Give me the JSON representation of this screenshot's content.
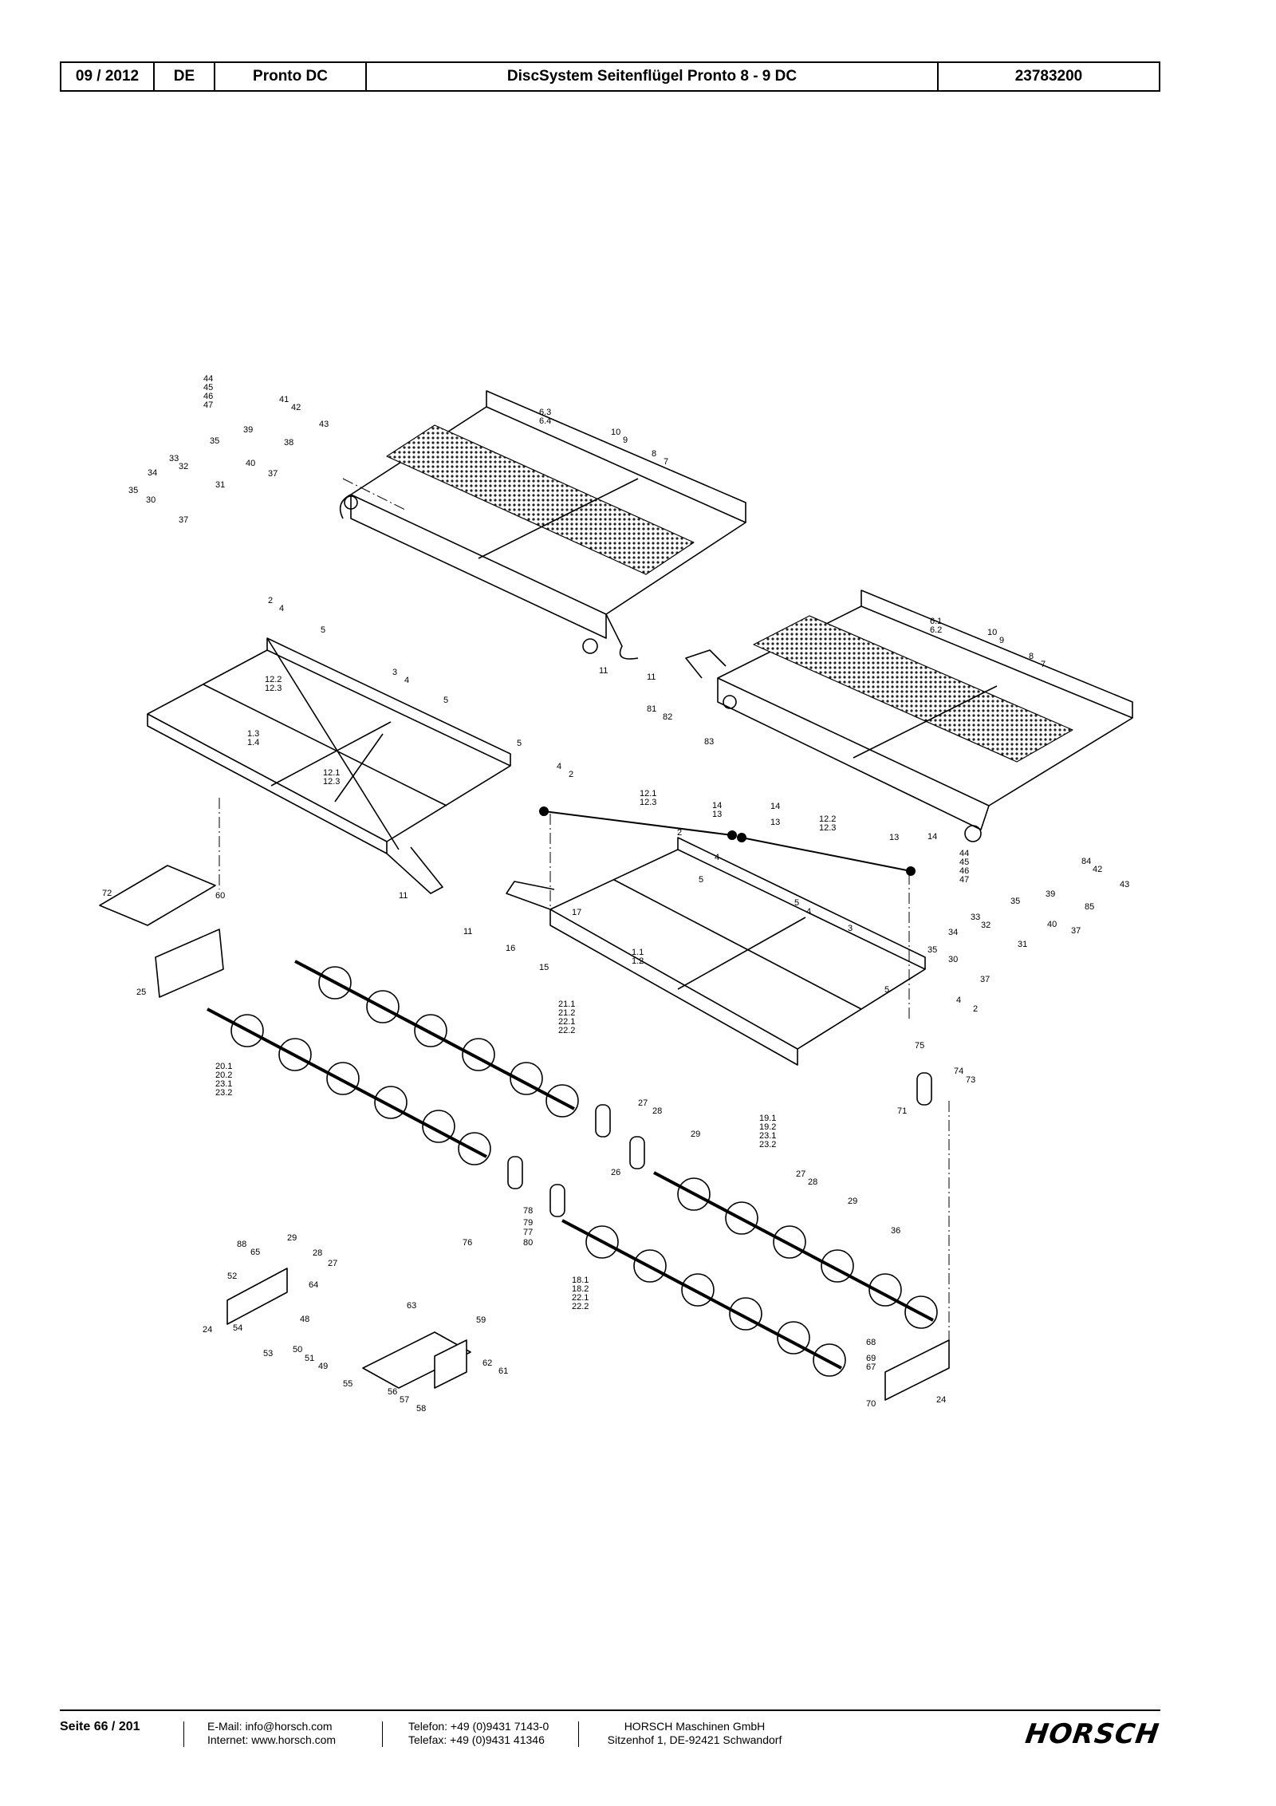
{
  "header": {
    "date": "09 / 2012",
    "language": "DE",
    "model": "Pronto DC",
    "title": "DiscSystem Seitenflügel Pronto 8 - 9 DC",
    "document_number": "23783200"
  },
  "callouts": {
    "c44_47a": [
      "44",
      "45",
      "46",
      "47"
    ],
    "c44_47b": [
      "44",
      "45",
      "46",
      "47"
    ],
    "c63_64": [
      "6.3",
      "6.4"
    ],
    "c61_62": [
      "6.1",
      "6.2"
    ],
    "c122_123a": [
      "12.2",
      "12.3"
    ],
    "c13_14": [
      "1.3",
      "1.4"
    ],
    "c121_123a": [
      "12.1",
      "12.3"
    ],
    "c121_123b": [
      "12.1",
      "12.3"
    ],
    "c122_123b": [
      "12.2",
      "12.3"
    ],
    "c11_12": [
      "1.1",
      "1.2"
    ],
    "c21": [
      "21.1",
      "21.2",
      "22.1",
      "22.2"
    ],
    "c20": [
      "20.1",
      "20.2",
      "23.1",
      "23.2"
    ],
    "c19": [
      "19.1",
      "19.2",
      "23.1",
      "23.2"
    ],
    "c18": [
      "18.1",
      "18.2",
      "22.1",
      "22.2"
    ],
    "labels": {
      "l2a": "2",
      "l4a": "4",
      "l5a": "5",
      "l3a": "3",
      "l4b": "4",
      "l5b": "5",
      "l5c": "5",
      "l4c": "4",
      "l2b": "2",
      "l11a": "11",
      "l60": "60",
      "l72": "72",
      "l25": "25",
      "l11b": "11",
      "l11c": "11",
      "l81": "81",
      "l82": "82",
      "l83": "83",
      "l10a": "10",
      "l9a": "9",
      "l8a": "8",
      "l7a": "7",
      "l10b": "10",
      "l9b": "9",
      "l8b": "8",
      "l7b": "7",
      "l41": "41",
      "l42a": "42",
      "l43a": "43",
      "l39a": "39",
      "l38": "38",
      "l35a": "35",
      "l33a": "33",
      "l32a": "32",
      "l34a": "34",
      "l40a": "40",
      "l37a": "37",
      "l35b": "35",
      "l31a": "31",
      "l30a": "30",
      "l37b": "37",
      "l14a": "14",
      "l13a": "13",
      "l14b": "14",
      "l13b": "13",
      "l13c": "13",
      "l14c": "14",
      "l2c": "2",
      "l5d": "5",
      "l4d": "4",
      "l17": "17",
      "l11d": "11",
      "l16": "16",
      "l15": "15",
      "l5e": "5",
      "l4e": "4",
      "l3b": "3",
      "l5f": "5",
      "l4f": "4",
      "l2d": "2",
      "l84": "84",
      "l42b": "42",
      "l43b": "43",
      "l39b": "39",
      "l35c": "35",
      "l85": "85",
      "l33b": "33",
      "l32b": "32",
      "l40b": "40",
      "l37c": "37",
      "l34b": "34",
      "l35d": "35",
      "l31b": "31",
      "l30b": "30",
      "l37d": "37",
      "l75": "75",
      "l74": "74",
      "l73": "73",
      "l71": "71",
      "l27a": "27",
      "l28a": "28",
      "l29a": "29",
      "l26": "26",
      "l27b": "27",
      "l28b": "28",
      "l29b": "29",
      "l36": "36",
      "l78": "78",
      "l79": "79",
      "l77": "77",
      "l80": "80",
      "l76": "76",
      "l88": "88",
      "l65": "65",
      "l29c": "29",
      "l28c": "28",
      "l27c": "27",
      "l52": "52",
      "l64": "64",
      "l24a": "24",
      "l54": "54",
      "l53": "53",
      "l48": "48",
      "l50": "50",
      "l51": "51",
      "l49": "49",
      "l63": "63",
      "l59": "59",
      "l62": "62",
      "l61": "61",
      "l55": "55",
      "l56": "56",
      "l57": "57",
      "l58": "58",
      "l68": "68",
      "l69": "69",
      "l67": "67",
      "l70": "70",
      "l24b": "24"
    }
  },
  "footer": {
    "page": "Seite 66 / 201",
    "email": "E-Mail: info@horsch.com",
    "internet": "Internet: www.horsch.com",
    "phone": "Telefon: +49 (0)9431 7143-0",
    "fax": "Telefax: +49 (0)9431 41346",
    "company": "HORSCH Maschinen GmbH",
    "address": "Sitzenhof 1, DE-92421 Schwandorf",
    "logo_text": "HORSCH"
  }
}
